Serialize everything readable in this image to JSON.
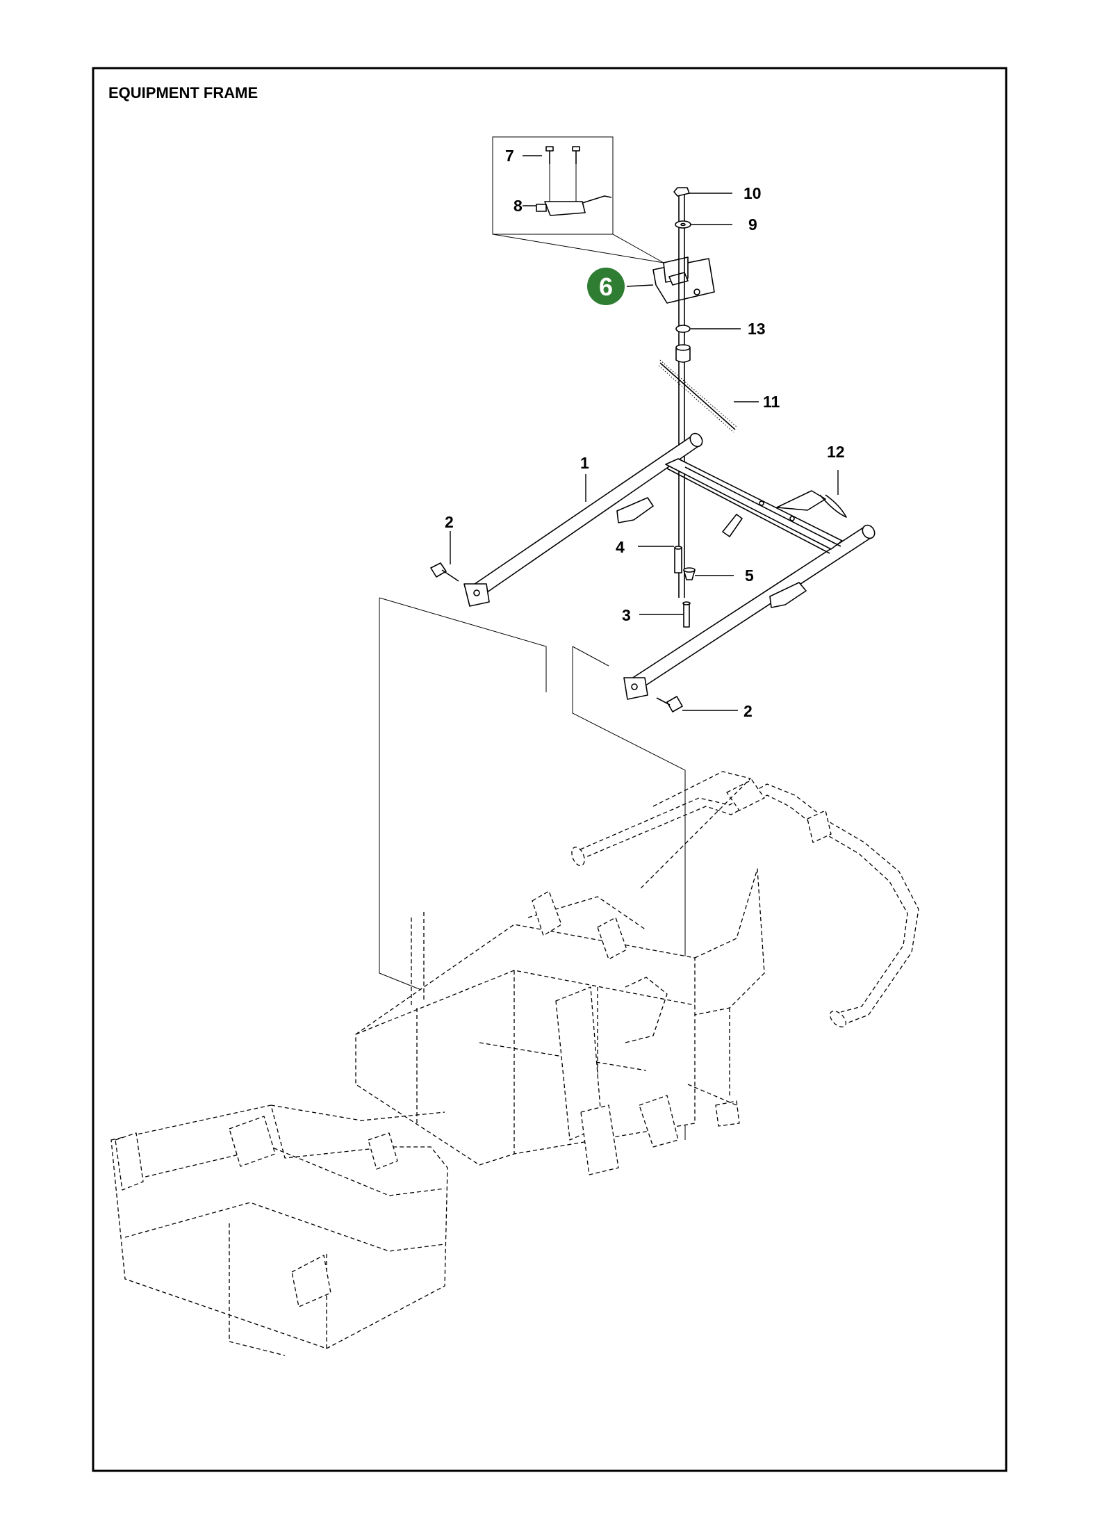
{
  "title": "EQUIPMENT FRAME",
  "highlight": {
    "label": "6",
    "color": "#2e7d32"
  },
  "callouts": [
    {
      "id": "c7",
      "label": "7"
    },
    {
      "id": "c8",
      "label": "8"
    },
    {
      "id": "c10",
      "label": "10"
    },
    {
      "id": "c9",
      "label": "9"
    },
    {
      "id": "c13",
      "label": "13"
    },
    {
      "id": "c11",
      "label": "11"
    },
    {
      "id": "c12",
      "label": "12"
    },
    {
      "id": "c1",
      "label": "1"
    },
    {
      "id": "c2a",
      "label": "2"
    },
    {
      "id": "c4",
      "label": "4"
    },
    {
      "id": "c5",
      "label": "5"
    },
    {
      "id": "c3",
      "label": "3"
    },
    {
      "id": "c2b",
      "label": "2"
    }
  ]
}
